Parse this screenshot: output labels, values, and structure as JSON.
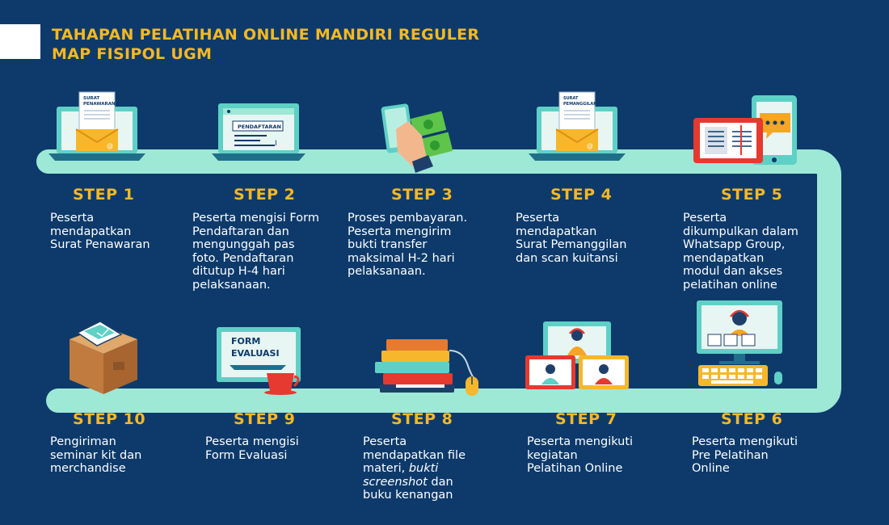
{
  "header": {
    "line1": "TAHAPAN PELATIHAN ONLINE MANDIRI REGULER",
    "line2": "MAP FISIPOL UGM"
  },
  "colors": {
    "background": "#0d3a6b",
    "accent_yellow": "#f5b823",
    "path_mint": "#9ee8d6",
    "text_white": "#ffffff"
  },
  "icon_text": {
    "surat_penawaran": [
      "SURAT",
      "PENAWARAN"
    ],
    "pendaftaran": "PENDAFTARAN",
    "surat_pemanggilan": [
      "SURAT",
      "PEMANGGILAN"
    ],
    "form_evaluasi": [
      "FORM",
      "EVALUASI"
    ]
  },
  "steps": [
    {
      "label": "STEP 1",
      "desc": [
        "Peserta",
        "mendapatkan",
        "Surat Penawaran"
      ]
    },
    {
      "label": "STEP 2",
      "desc": [
        "Peserta mengisi Form",
        "Pendaftaran dan",
        "mengunggah pas",
        "foto. Pendaftaran",
        "ditutup H-4 hari",
        "pelaksanaan."
      ]
    },
    {
      "label": "STEP 3",
      "desc": [
        "Proses pembayaran.",
        "Peserta mengirim",
        "bukti transfer",
        "maksimal H-2 hari",
        "pelaksanaan."
      ]
    },
    {
      "label": "STEP 4",
      "desc": [
        "Peserta",
        "mendapatkan",
        "Surat Pemanggilan",
        "dan scan kuitansi"
      ]
    },
    {
      "label": "STEP 5",
      "desc": [
        "Peserta",
        "dikumpulkan dalam",
        "Whatsapp Group,",
        "mendapatkan",
        "modul dan akses",
        "pelatihan online"
      ]
    },
    {
      "label": "STEP 6",
      "desc": [
        "Peserta mengikuti",
        "Pre Pelatihan",
        "Online"
      ]
    },
    {
      "label": "STEP 7",
      "desc": [
        "Peserta mengikuti",
        "kegiatan",
        "Pelatihan Online"
      ]
    },
    {
      "label": "STEP 8",
      "desc_parts": {
        "l1": "Peserta",
        "l2": "mendapatkan file",
        "l3a": "materi, ",
        "l3b": "bukti",
        "l4a": "screenshot",
        "l4b": " dan",
        "l5": "buku kenangan"
      }
    },
    {
      "label": "STEP 9",
      "desc": [
        "Peserta mengisi",
        "Form Evaluasi"
      ]
    },
    {
      "label": "STEP 10",
      "desc": [
        "Pengiriman",
        "seminar kit dan",
        "merchandise"
      ]
    }
  ]
}
